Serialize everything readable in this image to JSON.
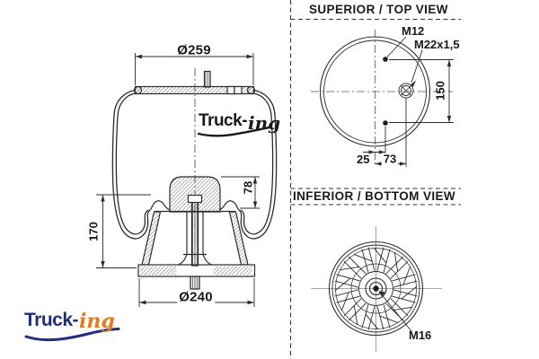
{
  "side_view": {
    "watermark": {
      "part1": "Truck-",
      "part2": "ing"
    },
    "logo": {
      "part1": "Truck-",
      "part2": "ing"
    },
    "dims": {
      "top_diameter": "Ø259",
      "bumper_height": "78",
      "piston_height": "170",
      "bottom_diameter": "Ø240"
    }
  },
  "top_view": {
    "title": "SUPERIOR / TOP VIEW",
    "labels": {
      "stud": "M12",
      "air_port": "M22x1,5"
    },
    "dims": {
      "stud_spacing": "150",
      "stud_offset": "25",
      "port_offset": "73"
    }
  },
  "bottom_view": {
    "title": "INFERIOR / BOTTOM VIEW",
    "labels": {
      "bolt": "M16"
    }
  },
  "colors": {
    "drawing_line": "#2b2b2b",
    "logo_navy": "#1f2e7e",
    "logo_orange": "#e87a1e"
  }
}
